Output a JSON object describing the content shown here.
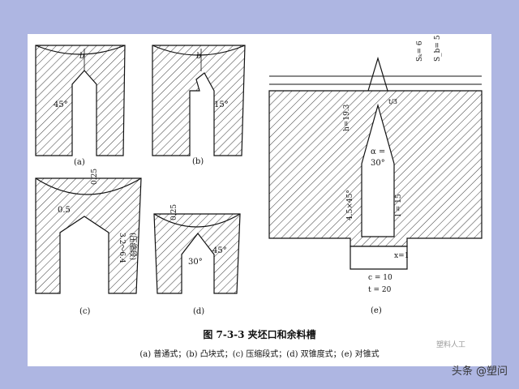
{
  "labels": {
    "a": "(a)",
    "b": "(b)",
    "c": "(c)",
    "d": "(d)",
    "e": "(e)"
  },
  "annotations": {
    "a_angle": "45°",
    "a_b": "b",
    "b_angle": "15°",
    "b_b": "b",
    "c_025": "0.25",
    "c_05": "0.5",
    "c_range": "3.2～6.4",
    "c_note": "(压缩段)",
    "d_025": "0.25",
    "d_30": "30°",
    "d_45": "45°",
    "e_sk": "Sₖ= 6",
    "e_sb": "S_b= 5",
    "e_h": "h=19.3",
    "e_alpha": "α =",
    "e_30": "30°",
    "e_chamfer": "4.5×45°",
    "e_l": "l = 15",
    "e_x": "x=1",
    "e_c": "c = 10",
    "e_t": "t = 20",
    "e_small": "t/3"
  },
  "caption": {
    "title": "图 7-3-3   夹坯口和余料槽",
    "subtitle": "(a) 普通式；(b) 凸块式；(c) 压缩段式；(d) 双锥度式；(e) 对锥式"
  },
  "watermark": {
    "main": "头条 @塑问",
    "faint": "塑料人工"
  }
}
